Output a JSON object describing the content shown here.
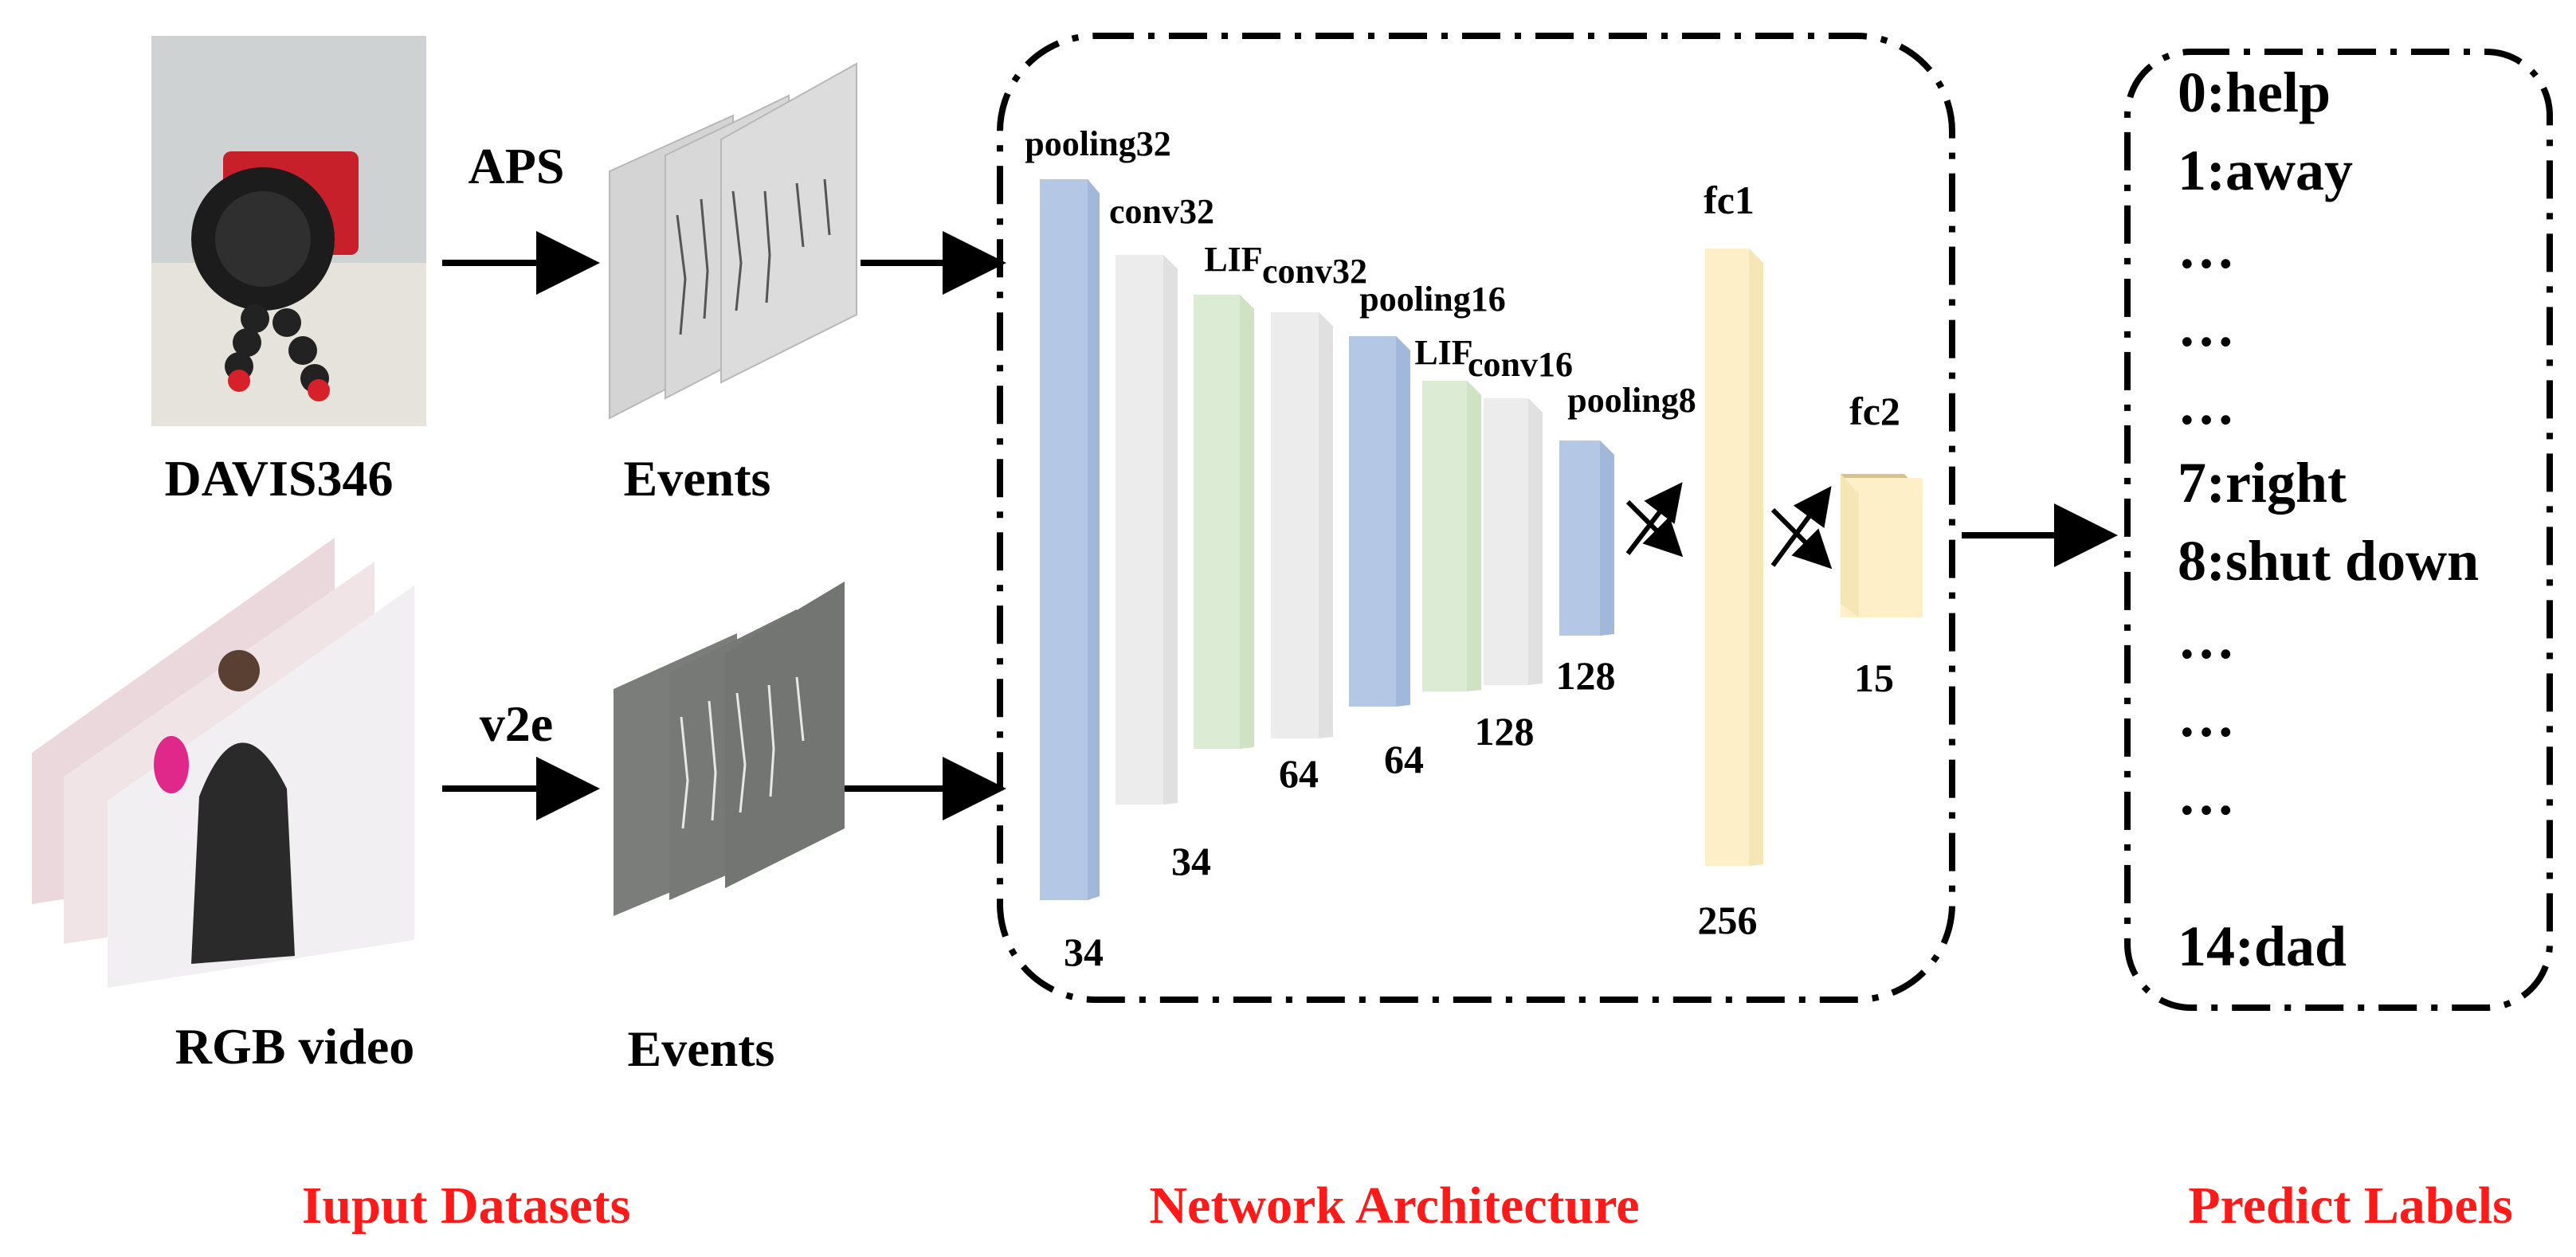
{
  "inputs": {
    "camera_label": "DAVIS346",
    "video_label": "RGB video",
    "aps_arrow_label": "APS",
    "v2e_arrow_label": "v2e",
    "events_top_label": "Events",
    "events_bottom_label": "Events"
  },
  "network": {
    "layers": [
      {
        "name": "pooling32",
        "size": "34",
        "kind": "pooling"
      },
      {
        "name": "conv32",
        "size": "34",
        "kind": "conv"
      },
      {
        "name": "LIF",
        "size": "",
        "kind": "lif"
      },
      {
        "name": "conv32",
        "size": "64",
        "kind": "conv"
      },
      {
        "name": "pooling16",
        "size": "64",
        "kind": "pooling"
      },
      {
        "name": "LIF",
        "size": "",
        "kind": "lif"
      },
      {
        "name": "conv16",
        "size": "128",
        "kind": "conv"
      },
      {
        "name": "pooling8",
        "size": "128",
        "kind": "pooling"
      },
      {
        "name": "fc1",
        "size": "256",
        "kind": "fc"
      },
      {
        "name": "fc2",
        "size": "15",
        "kind": "fc"
      }
    ]
  },
  "labels": {
    "items": [
      "0:help",
      "1:away",
      "…",
      "…",
      "…",
      "7:right",
      "8:shut down",
      "…",
      "…",
      "…",
      "14:dad"
    ]
  },
  "sections": {
    "input": "Iuput Datasets",
    "network": "Network Architecture",
    "predict": "Predict Labels"
  },
  "colors": {
    "pooling": "#b4c8e6",
    "conv": "#ececec",
    "lif": "#dcebd4",
    "fc": "#fdf0c8",
    "section_title": "#ff1a1a"
  }
}
